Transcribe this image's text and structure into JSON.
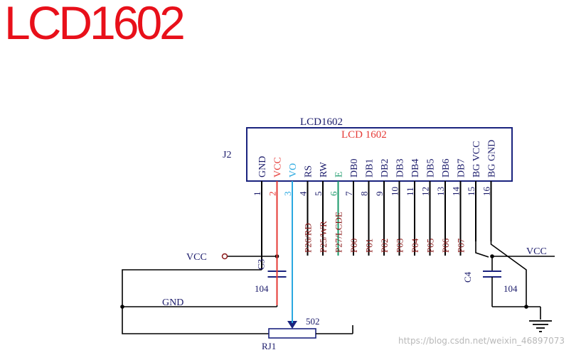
{
  "title": "LCD1602",
  "watermark": "https://blog.csdn.net/weixin_46897073",
  "colors": {
    "wire": "#000000",
    "outline": "#1a237e",
    "label_dark": "#1a1a6a",
    "net_red": "#8b1a1a",
    "title_red": "#e8101a",
    "vcc_red": "#e53935",
    "vo_blue": "#29a8e0",
    "e_green": "#1a9a6a"
  },
  "connector": {
    "ref": "J2",
    "part": "LCD1602",
    "inner_title": "LCD  1602",
    "pins": [
      {
        "num": "1",
        "name": "GND",
        "net": ""
      },
      {
        "num": "2",
        "name": "VCC",
        "net": ""
      },
      {
        "num": "3",
        "name": "VO",
        "net": ""
      },
      {
        "num": "4",
        "name": "RS",
        "net": "P26/RD"
      },
      {
        "num": "5",
        "name": "RW",
        "net": "P25/WR"
      },
      {
        "num": "6",
        "name": "E",
        "net": "P27/LCDE"
      },
      {
        "num": "7",
        "name": "DB0",
        "net": "P00"
      },
      {
        "num": "8",
        "name": "DB1",
        "net": "P01"
      },
      {
        "num": "9",
        "name": "DB2",
        "net": "P02"
      },
      {
        "num": "10",
        "name": "DB3",
        "net": "P03"
      },
      {
        "num": "11",
        "name": "DB4",
        "net": "P04"
      },
      {
        "num": "12",
        "name": "DB5",
        "net": "P05"
      },
      {
        "num": "13",
        "name": "DB6",
        "net": "P06"
      },
      {
        "num": "14",
        "name": "DB7",
        "net": "P07"
      },
      {
        "num": "15",
        "name": "BG VCC",
        "net": ""
      },
      {
        "num": "16",
        "name": "BG GND",
        "net": ""
      }
    ]
  },
  "components": {
    "c3": {
      "ref": "C3",
      "value": "104"
    },
    "c4": {
      "ref": "C4",
      "value": "104"
    },
    "rj1": {
      "ref": "RJ1",
      "value": "502"
    }
  },
  "nets": {
    "vcc_left": "VCC",
    "vcc_right": "VCC",
    "gnd": "GND"
  }
}
